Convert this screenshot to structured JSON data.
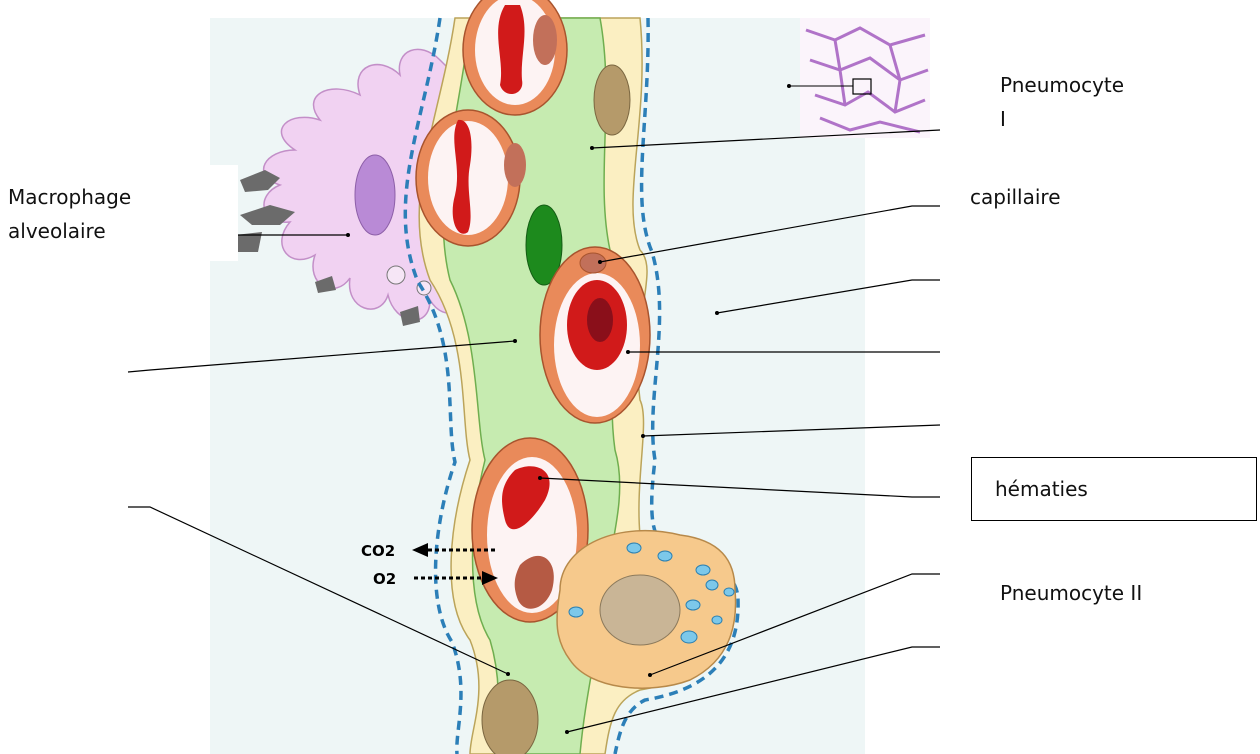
{
  "labels": {
    "pneumocyte_1": "Pneumocyte I",
    "capillaire": "capillaire",
    "macrophage": "Macrophage alveolaire",
    "hematies": "hématies",
    "pneumocyte_2": "Pneumocyte II",
    "co2": "CO2",
    "o2": "O2"
  },
  "colors": {
    "background_alveolus": "#eef6f6",
    "interstitium": "#c6ebb0",
    "pneumocyte_cytoplasm": "#fbefc2",
    "endothelium": "#e98a5a",
    "erythrocyte": "#d11a1a",
    "macrophage": "#f1d2f2",
    "macrophage_nucleus": "#b98ad6",
    "pneumocyte_2": "#f6c98c",
    "surfactant_membrane": "#2c7fb8"
  }
}
